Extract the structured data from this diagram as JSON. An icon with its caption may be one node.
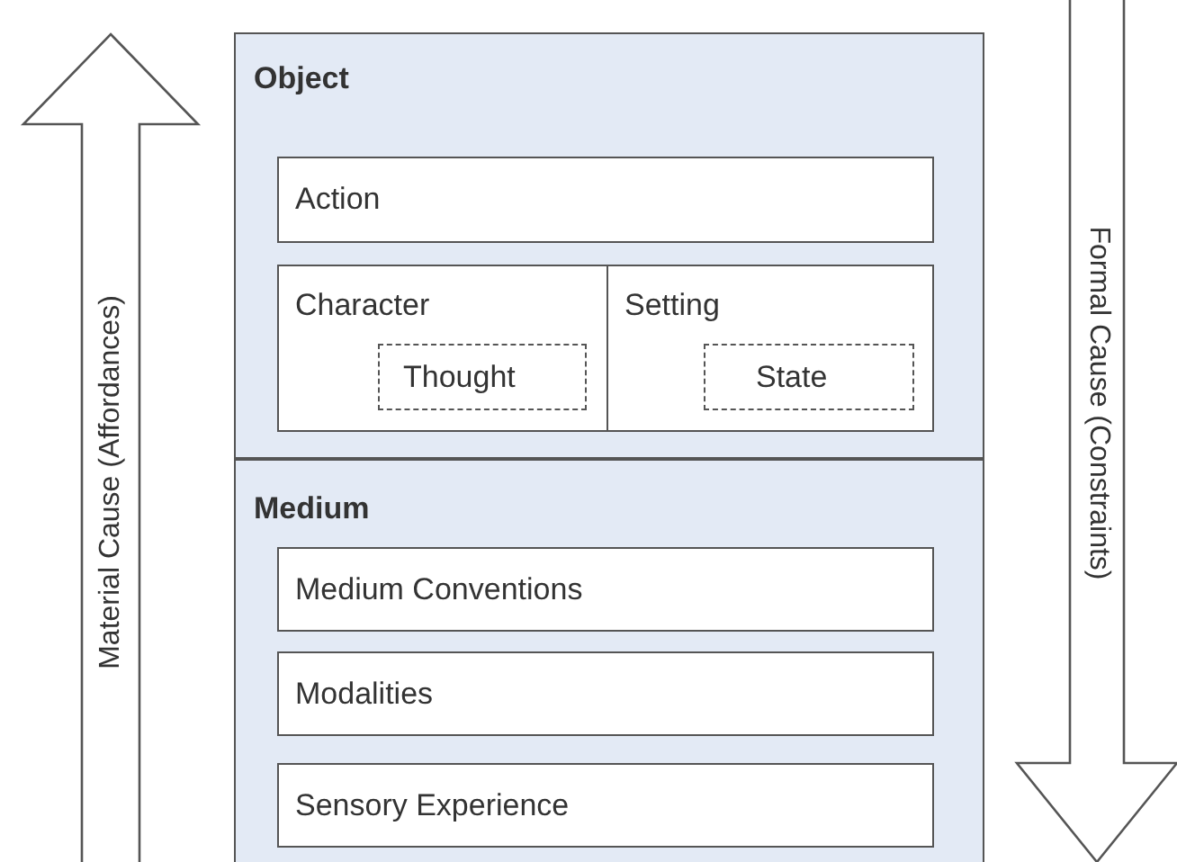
{
  "diagram": {
    "nodes": [
      {
        "text": [
          "Material Cause (Affordances)"
        ]
      },
      {
        "text": [
          "Object"
        ]
      },
      {
        "text": [
          "Action"
        ],
        "in": 1
      },
      {
        "text": [
          "Character"
        ],
        "in": 1
      },
      {
        "text": [
          "Thought"
        ],
        "in": 3
      },
      {
        "text": [
          "Setting"
        ],
        "in": 1
      },
      {
        "text": [
          "State"
        ],
        "in": 5
      },
      {
        "text": [
          "Medium"
        ]
      },
      {
        "text": [
          "Medium Conventions"
        ],
        "in": 7
      },
      {
        "text": [
          "Modalities"
        ],
        "in": 7
      },
      {
        "text": [
          "Sensory Experience"
        ],
        "in": 7
      },
      {
        "text": [
          "Formal Cause (Constraints)"
        ]
      }
    ]
  }
}
